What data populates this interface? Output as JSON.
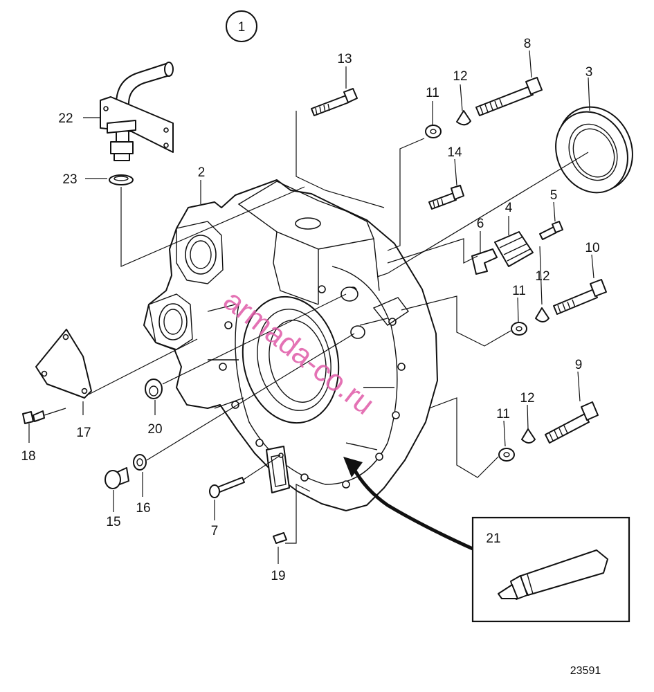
{
  "diagram": {
    "group_number": "1",
    "figure_number": "23591",
    "watermark": "armada-co.ru",
    "colors": {
      "line": "#111111",
      "watermark": "#e05aa8",
      "background": "#ffffff"
    },
    "part_labels": [
      "2",
      "3",
      "4",
      "5",
      "6",
      "7",
      "8",
      "9",
      "10",
      "11",
      "11",
      "11",
      "12",
      "12",
      "12",
      "13",
      "14",
      "15",
      "16",
      "17",
      "18",
      "19",
      "20",
      "21",
      "22",
      "23"
    ]
  }
}
